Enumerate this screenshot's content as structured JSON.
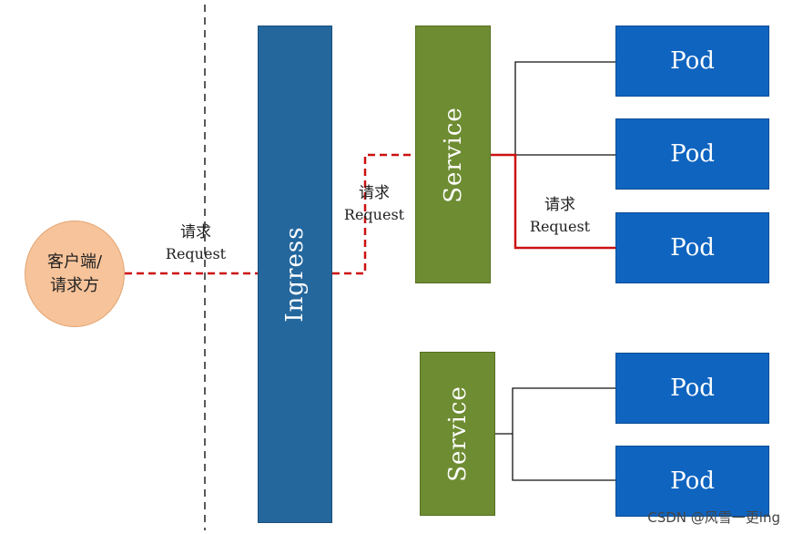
{
  "client": {
    "line1": "客户端/",
    "line2": "请求方"
  },
  "ingress": {
    "label": "Ingress"
  },
  "services": [
    {
      "label": "Service"
    },
    {
      "label": "Service"
    }
  ],
  "pods": [
    {
      "label": "Pod"
    },
    {
      "label": "Pod"
    },
    {
      "label": "Pod"
    },
    {
      "label": "Pod"
    },
    {
      "label": "Pod"
    }
  ],
  "request_labels": [
    {
      "zh": "请求",
      "en": "Request"
    },
    {
      "zh": "请求",
      "en": "Request"
    },
    {
      "zh": "请求",
      "en": "Request"
    }
  ],
  "watermark": "CSDN @风雪一更ing",
  "colors": {
    "client_fill": "#f7c39a",
    "ingress_fill": "#24679d",
    "service_fill": "#6e8c32",
    "pod_fill": "#0f64c0",
    "request_line": "#cc1111",
    "connector_line": "#111111"
  }
}
